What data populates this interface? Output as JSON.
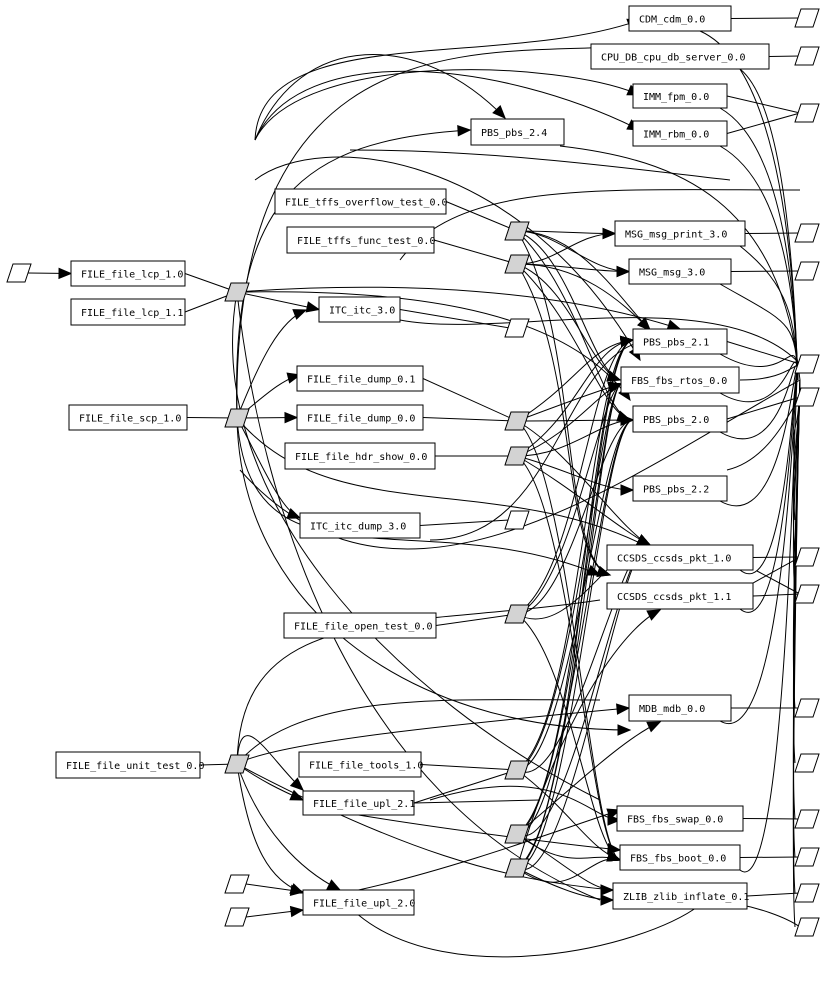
{
  "diagram": {
    "type": "dependency-graph",
    "colors": {
      "background": "#ffffff",
      "stroke": "#000000",
      "junction_fill": "#d3d3d3",
      "terminal_fill": "#ffffff"
    },
    "nodes": [
      {
        "id": "cdm",
        "label": "CDM_cdm_0.0"
      },
      {
        "id": "cpudb",
        "label": "CPU_DB_cpu_db_server_0.0"
      },
      {
        "id": "immfpm",
        "label": "IMM_fpm_0.0"
      },
      {
        "id": "immrbm",
        "label": "IMM_rbm_0.0"
      },
      {
        "id": "pbs24",
        "label": "PBS_pbs_2.4"
      },
      {
        "id": "tffsover",
        "label": "FILE_tffs_overflow_test_0.0"
      },
      {
        "id": "tffsfunc",
        "label": "FILE_tffs_func_test_0.0"
      },
      {
        "id": "msgprint",
        "label": "MSG_msg_print_3.0"
      },
      {
        "id": "msg",
        "label": "MSG_msg_3.0"
      },
      {
        "id": "lcp10",
        "label": "FILE_file_lcp_1.0"
      },
      {
        "id": "lcp11",
        "label": "FILE_file_lcp_1.1"
      },
      {
        "id": "itc",
        "label": "ITC_itc_3.0"
      },
      {
        "id": "pbs21",
        "label": "PBS_pbs_2.1"
      },
      {
        "id": "dump01",
        "label": "FILE_file_dump_0.1"
      },
      {
        "id": "fbsrtos",
        "label": "FBS_fbs_rtos_0.0"
      },
      {
        "id": "scp",
        "label": "FILE_file_scp_1.0"
      },
      {
        "id": "dump00",
        "label": "FILE_file_dump_0.0"
      },
      {
        "id": "pbs20",
        "label": "PBS_pbs_2.0"
      },
      {
        "id": "hdrshow",
        "label": "FILE_file_hdr_show_0.0"
      },
      {
        "id": "pbs22",
        "label": "PBS_pbs_2.2"
      },
      {
        "id": "itcdump",
        "label": "ITC_itc_dump_3.0"
      },
      {
        "id": "ccsds10",
        "label": "CCSDS_ccsds_pkt_1.0"
      },
      {
        "id": "ccsds11",
        "label": "CCSDS_ccsds_pkt_1.1"
      },
      {
        "id": "opentest",
        "label": "FILE_file_open_test_0.0"
      },
      {
        "id": "mdb",
        "label": "MDB_mdb_0.0"
      },
      {
        "id": "unittest",
        "label": "FILE_file_unit_test_0.0"
      },
      {
        "id": "tools",
        "label": "FILE_file_tools_1.0"
      },
      {
        "id": "upl21",
        "label": "FILE_file_upl_2.1"
      },
      {
        "id": "fbsswap",
        "label": "FBS_fbs_swap_0.0"
      },
      {
        "id": "fbsboot",
        "label": "FBS_fbs_boot_0.0"
      },
      {
        "id": "zlib",
        "label": "ZLIB_zlib_inflate_0.1"
      },
      {
        "id": "upl20",
        "label": "FILE_file_upl_2.0"
      }
    ],
    "junctions": [
      {
        "id": "j_lcp",
        "kind": "gray"
      },
      {
        "id": "j_scp",
        "kind": "gray"
      },
      {
        "id": "j_unit",
        "kind": "gray"
      },
      {
        "id": "j_over",
        "kind": "gray"
      },
      {
        "id": "j_func",
        "kind": "gray"
      },
      {
        "id": "j_dump",
        "kind": "gray"
      },
      {
        "id": "j_hdr",
        "kind": "gray"
      },
      {
        "id": "j_open",
        "kind": "gray"
      },
      {
        "id": "j_tools",
        "kind": "gray"
      },
      {
        "id": "j_upl21",
        "kind": "gray"
      },
      {
        "id": "j_upl20",
        "kind": "gray"
      }
    ],
    "terminals_count": 20
  }
}
